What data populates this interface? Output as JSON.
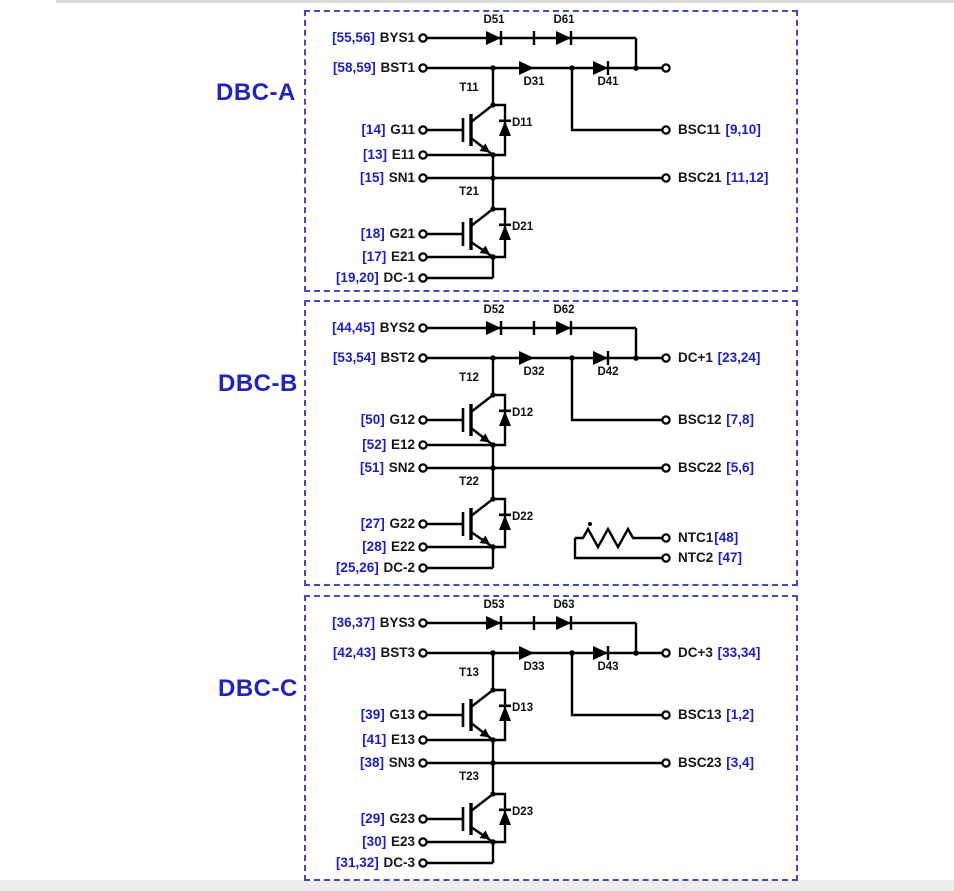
{
  "colors": {
    "pin_blue": "#1c1ccd",
    "text_black": "#161616",
    "title_blue": "#2023c4",
    "border_blue": "#4646d2",
    "wire_black": "#000000"
  },
  "sections": [
    {
      "title": "DBC-A",
      "left_pins": [
        {
          "bracket": "[55,56]",
          "name": "BYS1"
        },
        {
          "bracket": "[58,59]",
          "name": "BST1"
        },
        {
          "bracket": "[14]",
          "name": "G11"
        },
        {
          "bracket": "[13]",
          "name": "E11"
        },
        {
          "bracket": "[15]",
          "name": "SN1"
        },
        {
          "bracket": "[18]",
          "name": "G21"
        },
        {
          "bracket": "[17]",
          "name": "E21"
        },
        {
          "bracket": "[19,20]",
          "name": "DC-1"
        }
      ],
      "right_pins": {
        "bsc1": {
          "name": "BSC11",
          "bracket": "[9,10]"
        },
        "bsc2": {
          "name": "BSC21",
          "bracket": "[11,12]"
        }
      },
      "components": {
        "d5": "D51",
        "d6": "D61",
        "d3": "D31",
        "d4": "D41",
        "t1": "T11",
        "d1": "D11",
        "t2": "T21",
        "d2": "D21"
      }
    },
    {
      "title": "DBC-B",
      "left_pins": [
        {
          "bracket": "[44,45]",
          "name": "BYS2"
        },
        {
          "bracket": "[53,54]",
          "name": "BST2"
        },
        {
          "bracket": "[50]",
          "name": "G12"
        },
        {
          "bracket": "[52]",
          "name": "E12"
        },
        {
          "bracket": "[51]",
          "name": "SN2"
        },
        {
          "bracket": "[27]",
          "name": "G22"
        },
        {
          "bracket": "[28]",
          "name": "E22"
        },
        {
          "bracket": "[25,26]",
          "name": "DC-2"
        }
      ],
      "right_pins": {
        "dc": {
          "name": "DC+1",
          "bracket": "[23,24]"
        },
        "bsc1": {
          "name": "BSC12",
          "bracket": "[7,8]"
        },
        "bsc2": {
          "name": "BSC22",
          "bracket": "[5,6]"
        },
        "ntc1": {
          "name": "NTC1",
          "bracket": "[48]"
        },
        "ntc2": {
          "name": "NTC2",
          "bracket": "[47]"
        }
      },
      "components": {
        "d5": "D52",
        "d6": "D62",
        "d3": "D32",
        "d4": "D42",
        "t1": "T12",
        "d1": "D12",
        "t2": "T22",
        "d2": "D22"
      }
    },
    {
      "title": "DBC-C",
      "left_pins": [
        {
          "bracket": "[36,37]",
          "name": "BYS3"
        },
        {
          "bracket": "[42,43]",
          "name": "BST3"
        },
        {
          "bracket": "[39]",
          "name": "G13"
        },
        {
          "bracket": "[41]",
          "name": "E13"
        },
        {
          "bracket": "[38]",
          "name": "SN3"
        },
        {
          "bracket": "[29]",
          "name": "G23"
        },
        {
          "bracket": "[30]",
          "name": "E23"
        },
        {
          "bracket": "[31,32]",
          "name": "DC-3"
        }
      ],
      "right_pins": {
        "dc": {
          "name": "DC+3",
          "bracket": "[33,34]"
        },
        "bsc1": {
          "name": "BSC13",
          "bracket": "[1,2]"
        },
        "bsc2": {
          "name": "BSC23",
          "bracket": "[3,4]"
        }
      },
      "components": {
        "d5": "D53",
        "d6": "D63",
        "d3": "D33",
        "d4": "D43",
        "t1": "T13",
        "d1": "D13",
        "t2": "T23",
        "d2": "D23"
      }
    }
  ]
}
